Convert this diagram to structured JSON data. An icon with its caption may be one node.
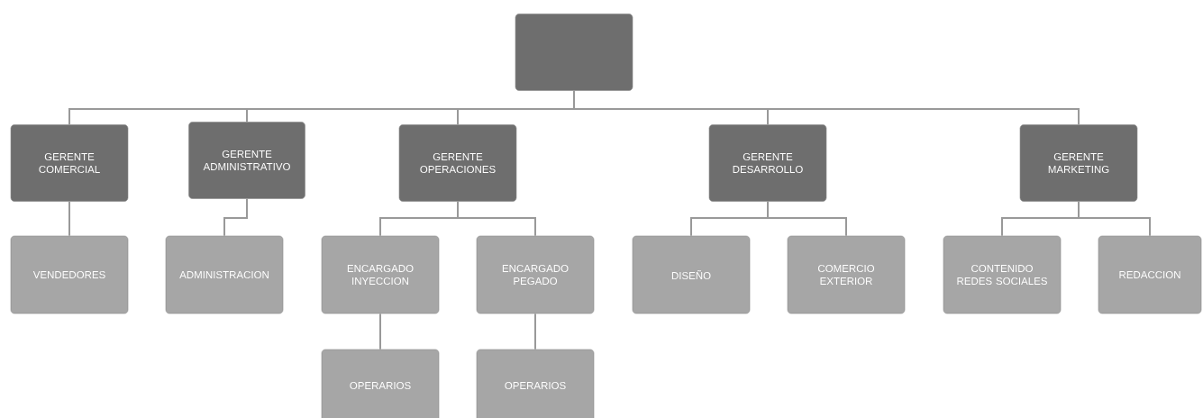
{
  "diagram": {
    "nodes": [
      {
        "text": [],
        "shape": "box"
      },
      {
        "text": [
          "GERENTE COMERCIAL"
        ]
      },
      {
        "text": [
          "GERENTE ADMINISTRATIVO"
        ]
      },
      {
        "text": [
          "GERENTE OPERACIONES"
        ]
      },
      {
        "text": [
          "GERENTE DESARROLLO"
        ]
      },
      {
        "text": [
          "GERENTE MARKETING"
        ]
      },
      {
        "text": [
          "VENDEDORES"
        ]
      },
      {
        "text": [
          "ADMINISTRACION"
        ]
      },
      {
        "text": [
          "ENCARGADO INYECCION"
        ]
      },
      {
        "text": [
          "ENCARGADO PEGADO"
        ]
      },
      {
        "text": [
          "DISEÑO"
        ]
      },
      {
        "text": [
          "COMERCIO EXTERIOR"
        ]
      },
      {
        "text": [
          "CONTENIDO REDES SOCIALES"
        ]
      },
      {
        "text": [
          "REDACCION"
        ]
      },
      {
        "text": [
          "OPERARIOS"
        ]
      },
      {
        "text": [
          "OPERARIOS"
        ]
      }
    ],
    "edges": [
      {
        "from": 0,
        "to": 1,
        "arrow": "none"
      },
      {
        "from": 0,
        "to": 2,
        "arrow": "none"
      },
      {
        "from": 0,
        "to": 3,
        "arrow": "none"
      },
      {
        "from": 0,
        "to": 4,
        "arrow": "none"
      },
      {
        "from": 0,
        "to": 5,
        "arrow": "none"
      },
      {
        "from": 1,
        "to": 6,
        "arrow": "none"
      },
      {
        "from": 2,
        "to": 7,
        "arrow": "none"
      },
      {
        "from": 3,
        "to": 8,
        "arrow": "none"
      },
      {
        "from": 3,
        "to": 9,
        "arrow": "none"
      },
      {
        "from": 4,
        "to": 10,
        "arrow": "none"
      },
      {
        "from": 4,
        "to": 11,
        "arrow": "none"
      },
      {
        "from": 5,
        "to": 12,
        "arrow": "none"
      },
      {
        "from": 5,
        "to": 13,
        "arrow": "none"
      },
      {
        "from": 8,
        "to": 14,
        "arrow": "none"
      },
      {
        "from": 9,
        "to": 15,
        "arrow": "none"
      }
    ]
  }
}
